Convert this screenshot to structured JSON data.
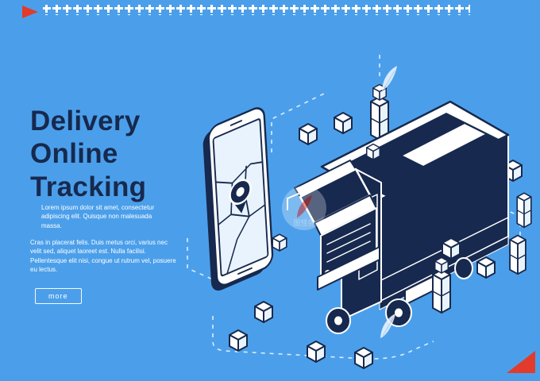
{
  "page": {
    "background_color": "#4b9fea",
    "ink_color": "#17294e",
    "accent_red": "#e23b2c",
    "white": "#ffffff"
  },
  "hero": {
    "title_lines": [
      "Delivery",
      "Online",
      "Tracking"
    ],
    "paragraph_1": "Lorem ipsum dolor sit amet, consectetur adipiscing elit. Quisque non malesuada massa.",
    "paragraph_2": "Cras in placerat felis. Duis metus orci, varius nec velit sed, aliquet laoreet est. Nulla facilisi. Pellentesque elit nisi, congue ut rutrum vel, posuere eu lectus.",
    "more_button_label": "more"
  },
  "illustration": {
    "phone_icon": "smartphone-map-tracking",
    "pin_icon": "map-pin",
    "truck_icon": "delivery-box-truck",
    "parcel_icon": "parcel-box",
    "feather_icon": "feather-watermark",
    "watermark_text": "图怪兽"
  }
}
